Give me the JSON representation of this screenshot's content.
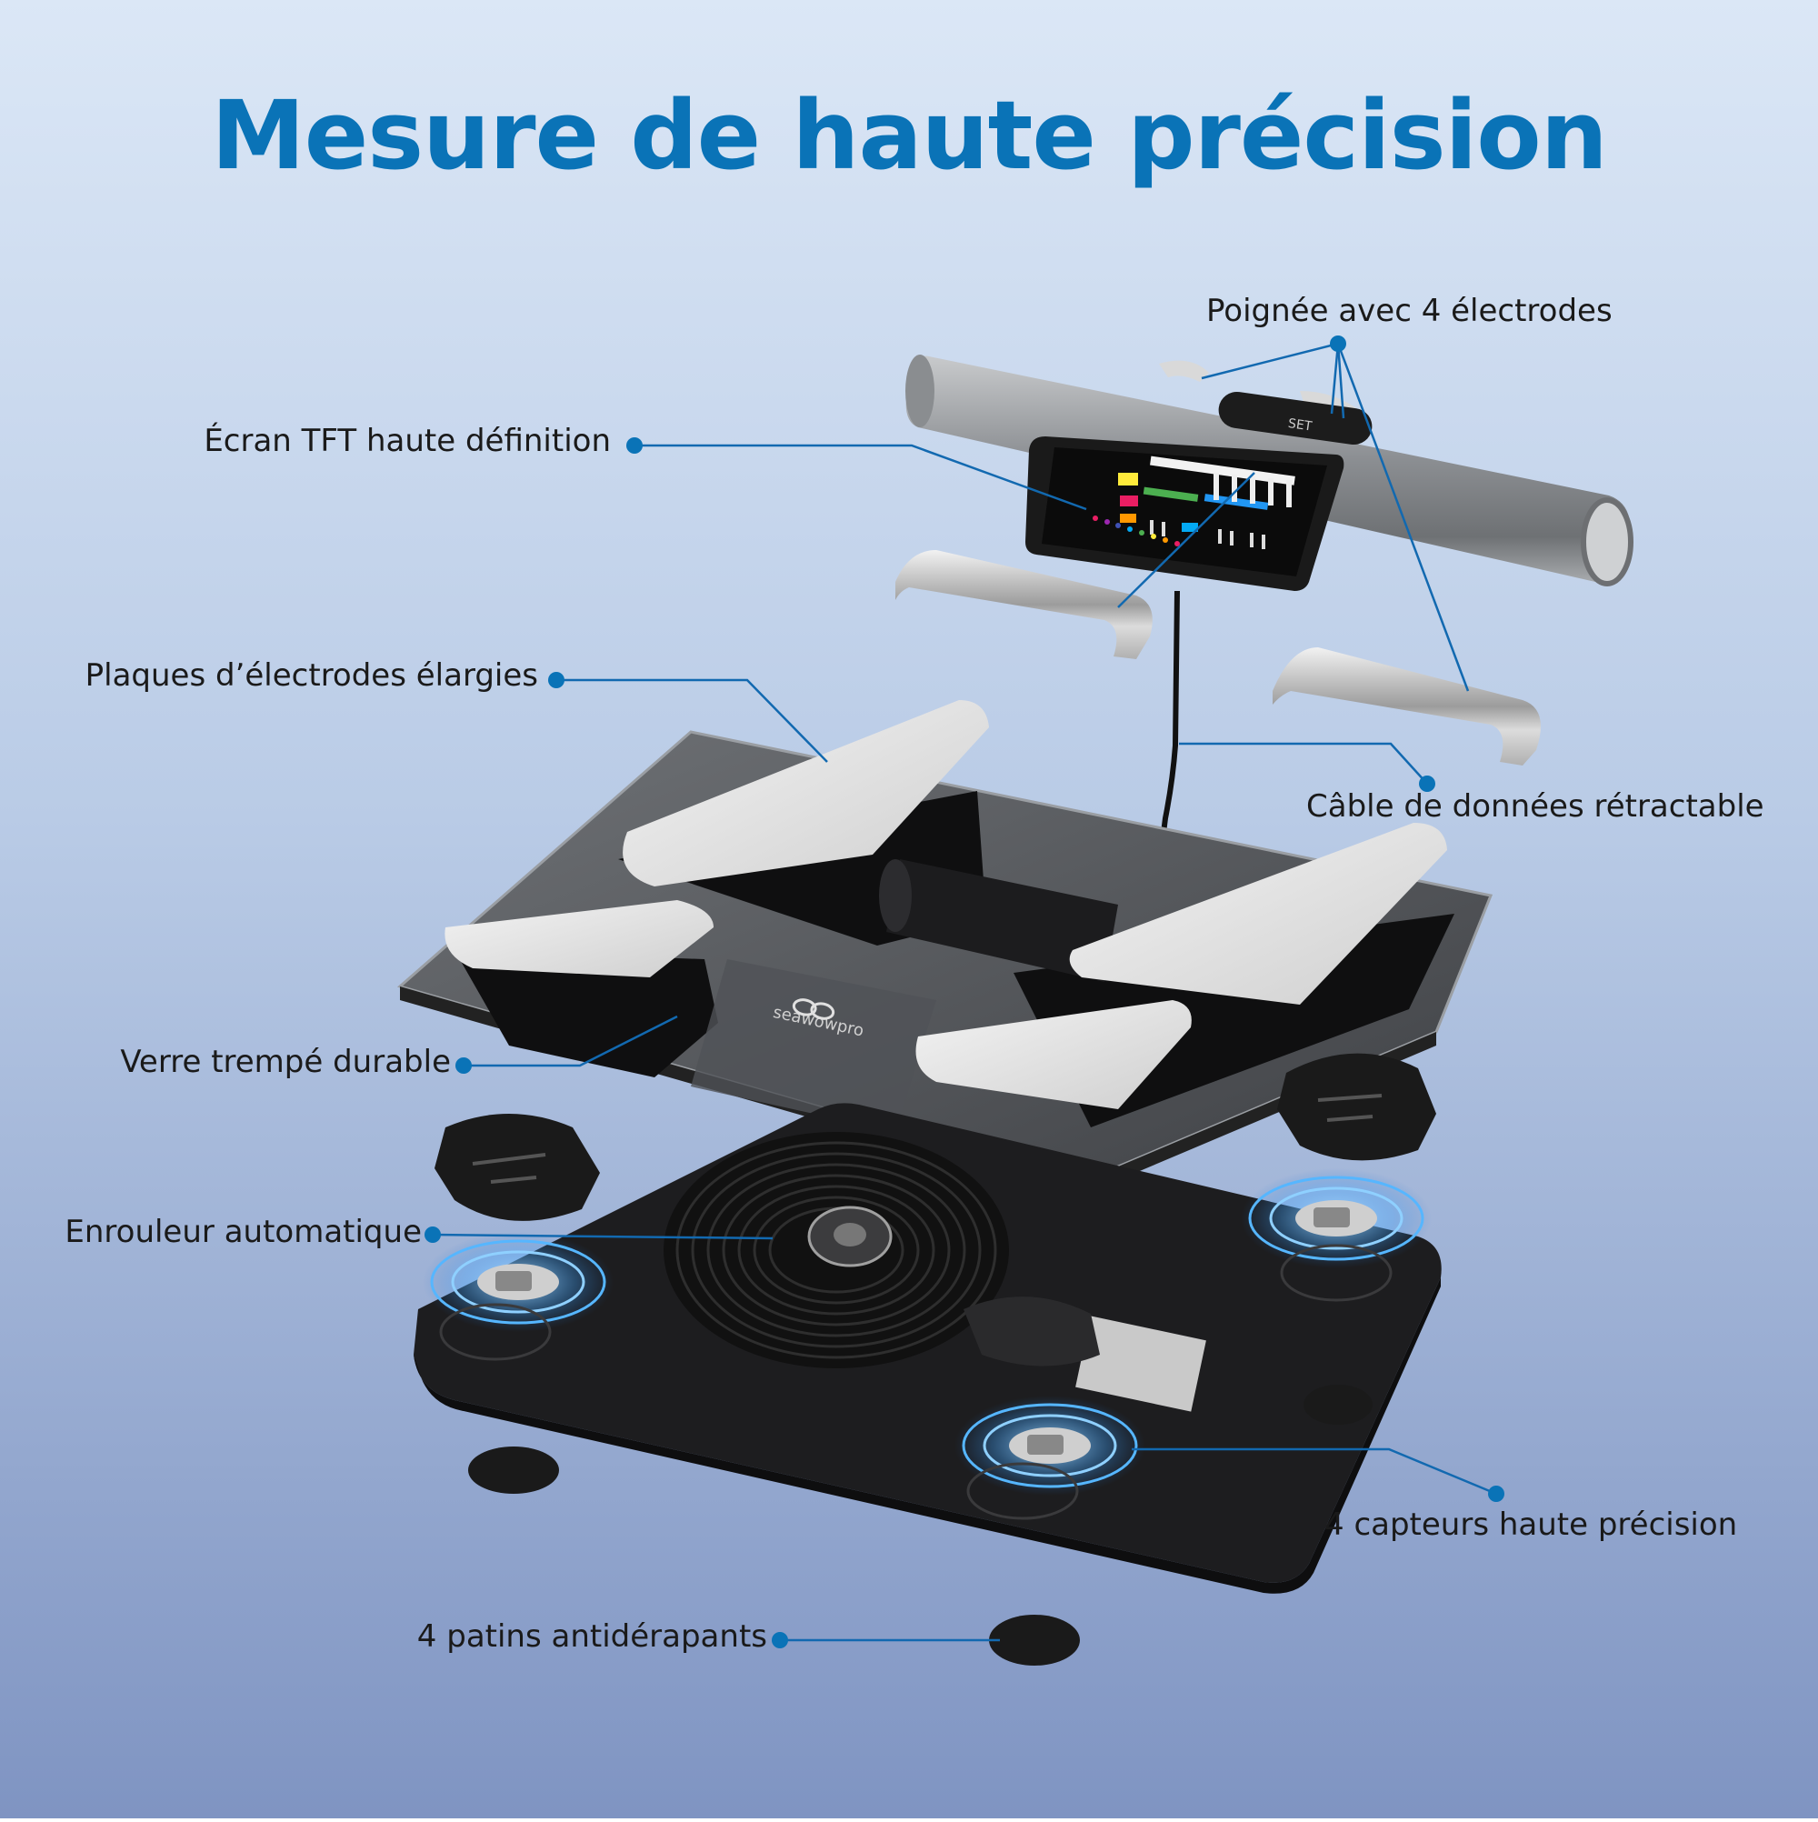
{
  "colors": {
    "title": "#0a73b7",
    "leader_line": "#1269b0",
    "bg_top": "#dbe7f6",
    "bg_bottom": "#7f94c2"
  },
  "title": "Mesure de haute précision",
  "brand": "seawowpro",
  "labels": {
    "handle": "Poignée avec 4 électrodes",
    "screen": "Écran TFT haute définition",
    "plates": "Plaques d’électrodes élargies",
    "cable": "Câble de données rétractable",
    "glass": "Verre trempé durable",
    "winder": "Enrouleur automatique",
    "sensors": "4 capteurs haute précision",
    "pads": "4 patins antidérapants"
  }
}
